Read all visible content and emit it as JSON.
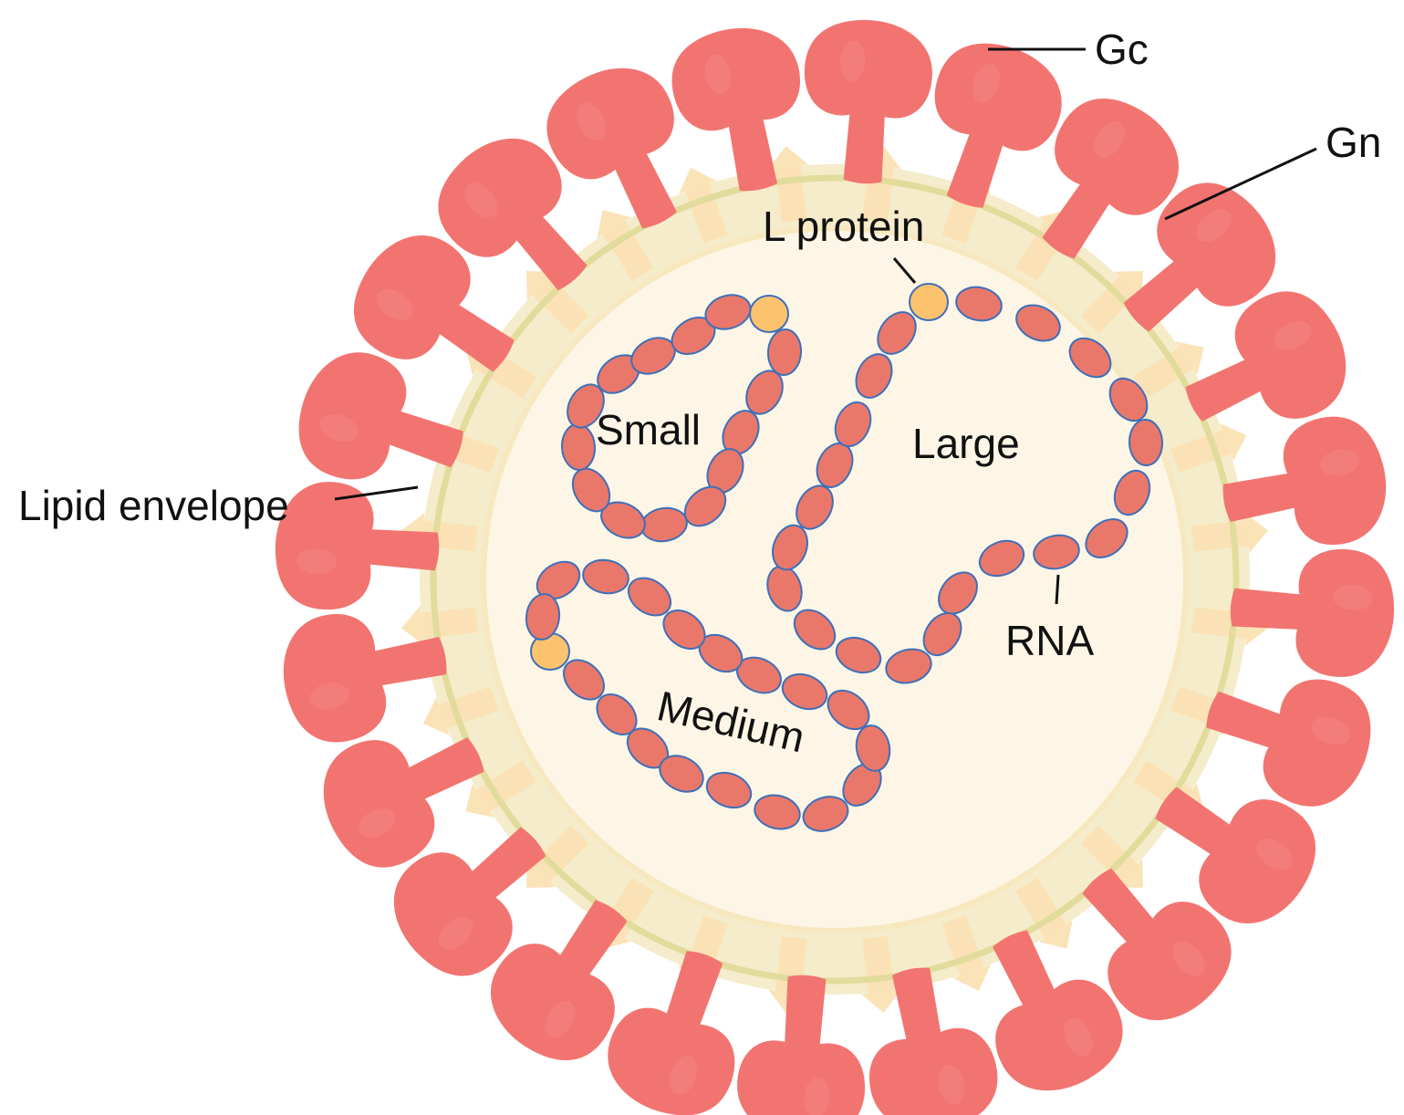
{
  "diagram": {
    "labels": {
      "gc": "Gc",
      "gn": "Gn",
      "l_protein": "L protein",
      "lipid_envelope": "Lipid envelope",
      "rna": "RNA",
      "small": "Small",
      "large": "Large",
      "medium": "Medium"
    },
    "colors": {
      "spike": "#f27470",
      "spike_dark": "#ef6a66",
      "gn_spike": "#fbe2b4",
      "envelope_fill": "#f5eccb",
      "envelope_ring": "#e2dc9c",
      "interior": "#fdf6e6",
      "inner_ring": "#f7e8bf",
      "rna_segment": "#e9786b",
      "rna_outline": "#3f6fb8",
      "l_protein": "#fcc36e",
      "leader_line": "#111111"
    }
  }
}
